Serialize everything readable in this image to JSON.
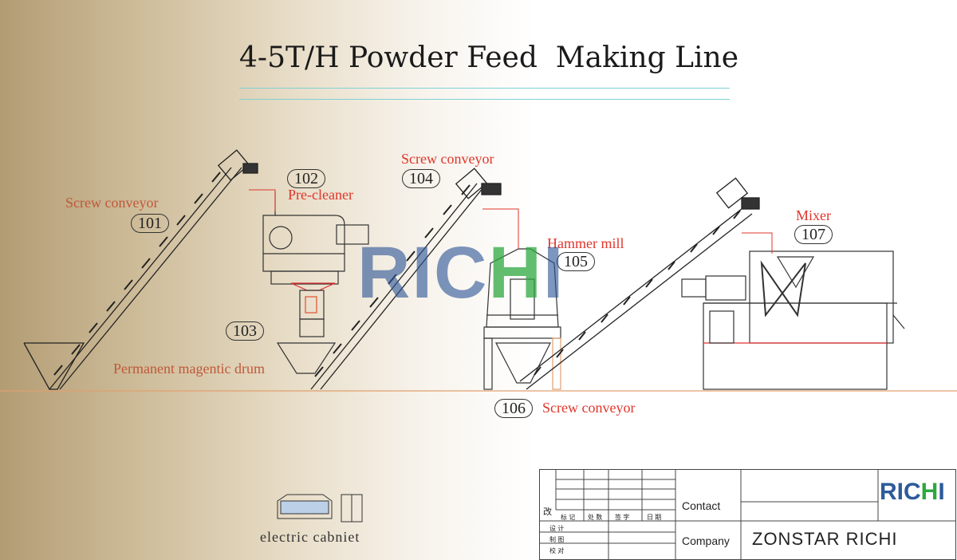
{
  "title": "4-5T/H Powder Feed  Making Line",
  "equipment": [
    {
      "number": "101",
      "label": "Screw conveyor"
    },
    {
      "number": "102",
      "label": "Pre-cleaner"
    },
    {
      "number": "103",
      "label": "Permanent magentic drum"
    },
    {
      "number": "104",
      "label": "Screw conveyor"
    },
    {
      "number": "105",
      "label": "Hammer mill"
    },
    {
      "number": "106",
      "label": "Screw conveyor"
    },
    {
      "number": "107",
      "label": "Mixer"
    }
  ],
  "cabinet_label": "electric cabniet",
  "watermark": {
    "part1": "RIC",
    "part2": "H",
    "part3": "I"
  },
  "title_block": {
    "revise": "改",
    "headers": [
      "标 记",
      "处 数",
      "签 字",
      "日 期"
    ],
    "rows": [
      "设 计",
      "制 图",
      "校 对"
    ],
    "contact_label": "Contact",
    "company_label": "Company",
    "company_name": "ZONSTAR RICHI",
    "logo_part1": "RIC",
    "logo_part2": "H",
    "logo_part3": "I"
  },
  "colors": {
    "label_red": "#e0352b",
    "label_brown": "#c0583a",
    "leader": "#e0352b",
    "ground": "#e0a070",
    "accent_cyan": "#7fd1d4"
  }
}
